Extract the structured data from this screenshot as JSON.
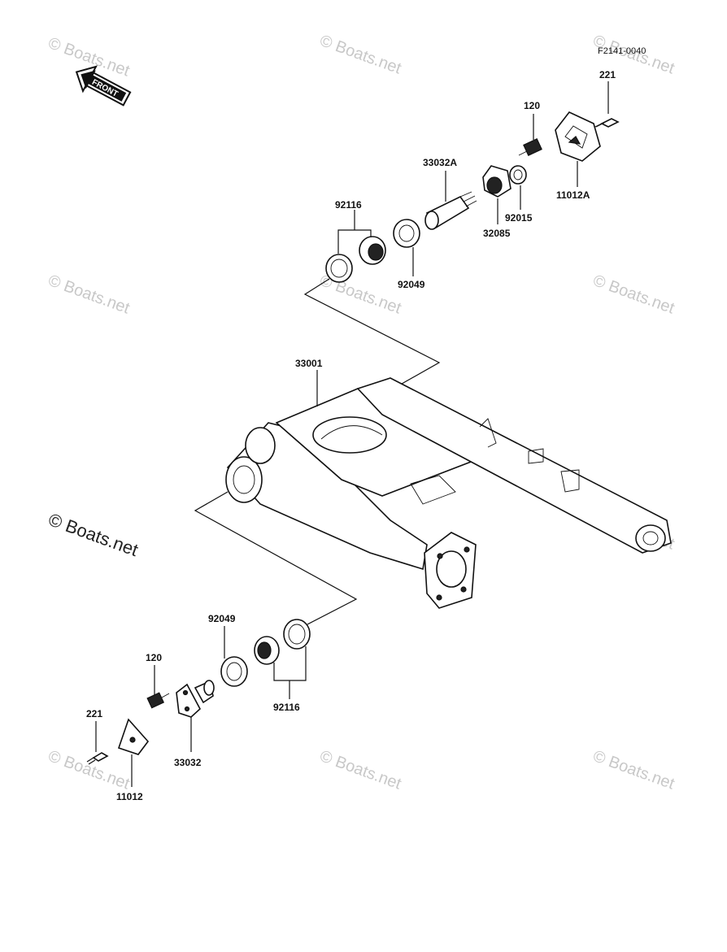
{
  "figure_code": "F2141-0040",
  "front_badge": "FRONT",
  "watermark": "© Boats.net",
  "watermark_large": "© Boats.net",
  "colors": {
    "ink": "#111111",
    "watermark": "#c8c8c8",
    "background": "#ffffff"
  },
  "parts": {
    "p221_top": "221",
    "p120_top": "120",
    "p11012A": "11012A",
    "p33032A": "33032A",
    "p92116_top": "92116",
    "p92015": "92015",
    "p32085": "32085",
    "p92049_top": "92049",
    "p33001": "33001",
    "p92049_bottom": "92049",
    "p120_bottom": "120",
    "p92116_bottom": "92116",
    "p221_bottom": "221",
    "p33032": "33032",
    "p11012": "11012"
  }
}
